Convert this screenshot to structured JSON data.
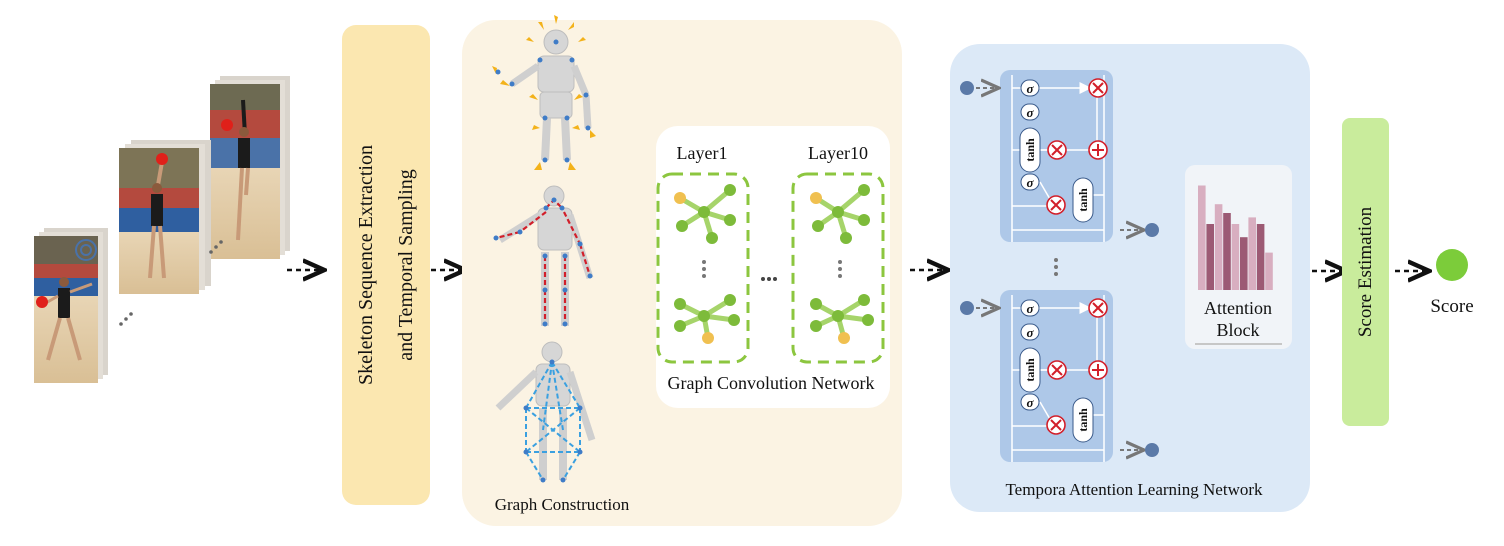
{
  "stage1": {
    "line1": "Skeleton Sequence Extraction",
    "line2": "and Temporal Sampling"
  },
  "graph_construction": {
    "label": "Graph Construction"
  },
  "gcn": {
    "layer_first": "Layer1",
    "layer_last": "Layer10",
    "label": "Graph Convolution Network"
  },
  "tal": {
    "label": "Tempora Attention Learning Network",
    "sigma": "σ",
    "tanh": "tanh"
  },
  "attention": {
    "line1": "Attention",
    "line2": "Block"
  },
  "score_estimation": {
    "label": "Score Estimation"
  },
  "output": {
    "label": "Score"
  },
  "colors": {
    "stage_yellow": "#fbe7b0",
    "construction_bg": "#fbf3e3",
    "gcn_green": "#8cc63f",
    "tal_bg": "#dce9f7",
    "lstm_cell": "#aec8e8",
    "attention_bar_light": "#d8aec0",
    "attention_bar_dark": "#9c5a74",
    "score_green": "#c9ec9c",
    "score_dot": "#7ccc3a"
  }
}
